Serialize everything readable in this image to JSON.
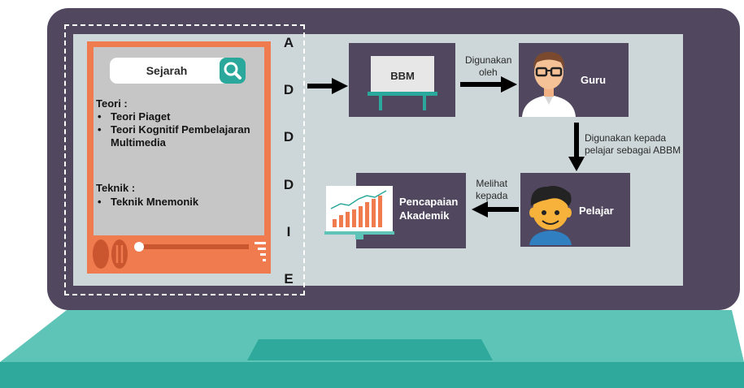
{
  "phone": {
    "search_label": "Sejarah",
    "teori_heading": "Teori :",
    "teori_items": [
      "Teori Piaget",
      "Teori Kognitif Pembelajaran Multimedia"
    ],
    "teknik_heading": "Teknik :",
    "teknik_items": [
      "Teknik Mnemonik"
    ]
  },
  "addie": [
    "A",
    "D",
    "D",
    "D",
    "I",
    "E"
  ],
  "nodes": {
    "bbm": "BBM",
    "guru": "Guru",
    "pelajar": "Pelajar",
    "pencapaian": [
      "Pencapaian",
      "Akademik"
    ]
  },
  "edges": {
    "bbm_to_guru": [
      "Digunakan",
      "oleh"
    ],
    "guru_to_pelajar": [
      "Digunakan kepada",
      "pelajar sebagai ABBM"
    ],
    "pelajar_to_pencapaian": [
      "Melihat",
      "kepada"
    ]
  },
  "colors": {
    "screen_frame": "#51485f",
    "screen_bg": "#cdd6d8",
    "phone": "#ef7b4e",
    "accent_teal": "#2aa89b",
    "laptop_base": "#5ec4b8"
  }
}
